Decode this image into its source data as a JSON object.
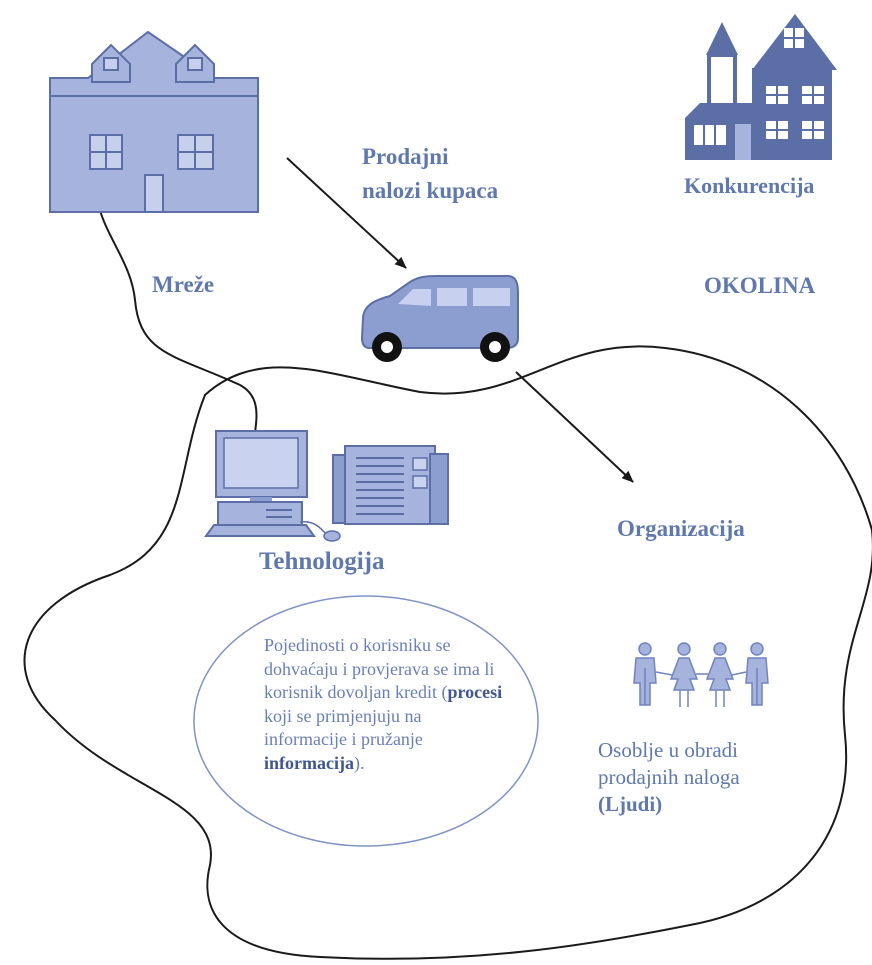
{
  "diagram": {
    "labels": {
      "orders": [
        "Prodajni",
        "nalozi kupaca"
      ],
      "competition": "Konkurencija",
      "networks": "Mreže",
      "environment": "OKOLINA",
      "organization": "Organizacija",
      "technology": "Tehnologija"
    },
    "process_note": {
      "before_processes": "Pojedinosti o korisniku se dohvaćaju i provjerava se ima li korisnik dovoljan kredit (",
      "processes": "procesi",
      "middle": " koji se primjenjuju na informacije i pružanje ",
      "information": "informacija",
      "after": ")."
    },
    "people": {
      "line1": "Osoblje u obradi",
      "line2": "prodajnih naloga",
      "bold": "(Ljudi)"
    },
    "icons": [
      "house-icon",
      "mansion-icon",
      "van-icon",
      "computer-icon",
      "server-icon",
      "people-icon"
    ],
    "colors": {
      "icon_fill": "#a6b4dd",
      "icon_dark": "#5b6fa6",
      "text": "#5f78ad",
      "line": "#1a1a1a"
    }
  }
}
